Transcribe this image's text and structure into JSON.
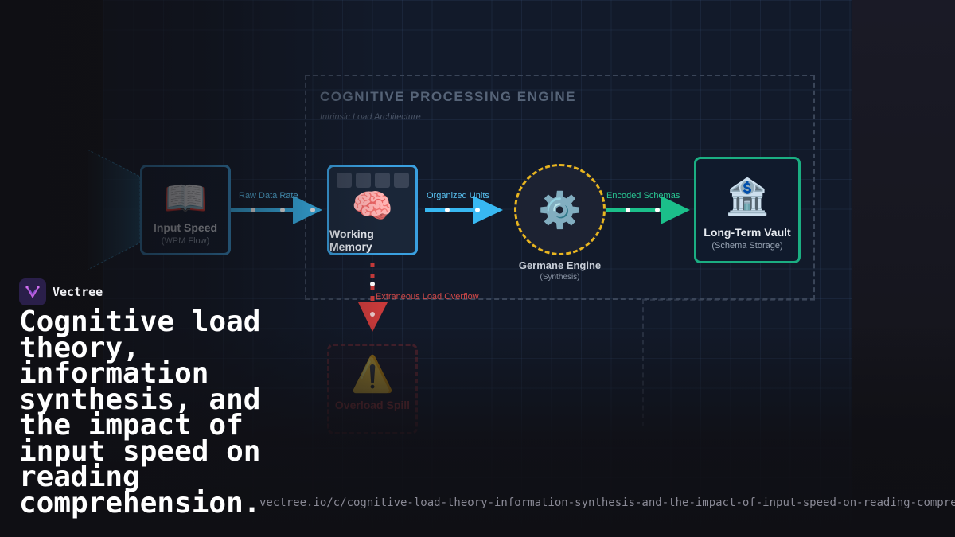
{
  "engine": {
    "title": "COGNITIVE PROCESSING ENGINE",
    "subtitle": "Intrinsic Load Architecture"
  },
  "nodes": {
    "input": {
      "title": "Input Speed",
      "subtitle": "(WPM Flow)",
      "icon": "open-book-icon"
    },
    "memory": {
      "title": "Working Memory",
      "icon": "brain-icon",
      "slot_count": 4
    },
    "germane": {
      "title": "Germane Engine",
      "subtitle": "(Synthesis)",
      "icon": "gear-icon"
    },
    "vault": {
      "title": "Long-Term Vault",
      "subtitle": "(Schema Storage)",
      "icon": "bank-icon"
    },
    "spill": {
      "title": "Overload Spill",
      "icon": "warning-icon"
    }
  },
  "flows": {
    "raw": "Raw Data Rate",
    "organized": "Organized Units",
    "encoded": "Encoded Schemas",
    "overflow": "Extraneous Load Overflow"
  },
  "colors": {
    "flow_blue": "#38b8f2",
    "flow_green": "#1bbf8a",
    "overflow_red": "#c83a3a",
    "germane_gold": "#e8b520"
  },
  "brand": {
    "name": "Vectree"
  },
  "headline": "Cognitive load theory, information synthesis, and the impact of input speed on reading comprehension.",
  "url": "vectree.io/c/cognitive-load-theory-information-synthesis-and-the-impact-of-input-speed-on-reading-comprehension"
}
